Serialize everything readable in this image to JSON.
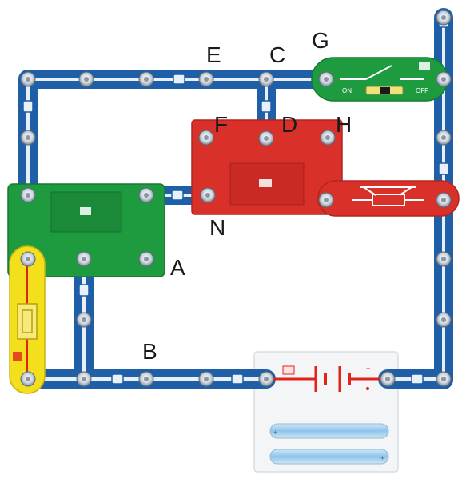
{
  "labels": {
    "A": "A",
    "B": "B",
    "C": "C",
    "D": "D",
    "E": "E",
    "F": "F",
    "G": "G",
    "H": "H",
    "N": "N"
  },
  "switch": {
    "on_text": "ON",
    "off_text": "OFF"
  },
  "colors": {
    "snap_wire": "#1f5fa8",
    "snap_wire_light": "#ffffff",
    "green_module": "#1e9a3f",
    "red_module": "#d9302a",
    "yellow_module": "#f3df1c",
    "battery_wire": "#e0241b"
  },
  "icons": {
    "battery": "battery-symbol-icon",
    "switch": "switch-symbol-icon",
    "resistor": "resistor-symbol-icon",
    "battery_cells": "battery-cells-icon"
  }
}
